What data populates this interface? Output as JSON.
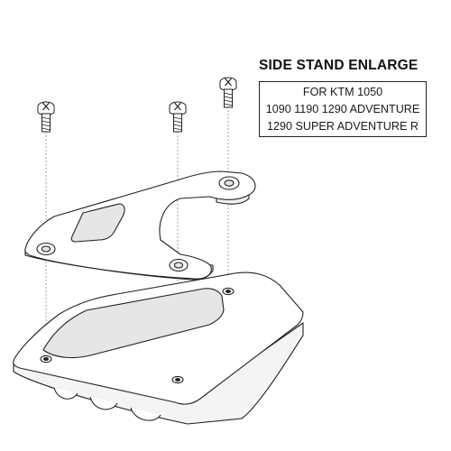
{
  "heading": "SIDE STAND ENLARGE",
  "compatibility": [
    "FOR KTM 1050",
    "1090 1190 1290 ADVENTURE",
    "1290 SUPER ADVENTURE R"
  ],
  "colors": {
    "line": "#222222",
    "fill": "#ffffff",
    "shade": "#e6e6e6",
    "guide": "#9a9a9a"
  },
  "parts": [
    "screw-icon",
    "screw-icon",
    "screw-icon",
    "bracket",
    "foot-pad"
  ]
}
